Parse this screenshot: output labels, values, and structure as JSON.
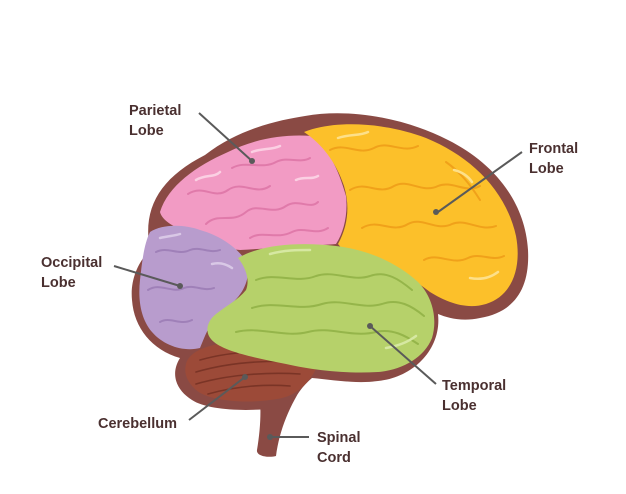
{
  "colors": {
    "outline": "#8a4a44",
    "parietal": "#f29bc4",
    "frontal": "#fcc02a",
    "occipital": "#b89ccd",
    "temporal": "#b6d16a",
    "cerebellum": "#9c4a38",
    "spinal_cord": "#8a4a44",
    "leader_line": "#5a5a5a",
    "label_text": "#4a3030"
  },
  "labels": {
    "parietal": {
      "line1": "Parietal",
      "line2": "Lobe"
    },
    "frontal": {
      "line1": "Frontal",
      "line2": "Lobe"
    },
    "occipital": {
      "line1": "Occipital",
      "line2": "Lobe"
    },
    "temporal": {
      "line1": "Temporal",
      "line2": "Lobe"
    },
    "cerebellum": {
      "line1": "Cerebellum"
    },
    "spinal_cord": {
      "line1": "Spinal",
      "line2": "Cord"
    }
  }
}
